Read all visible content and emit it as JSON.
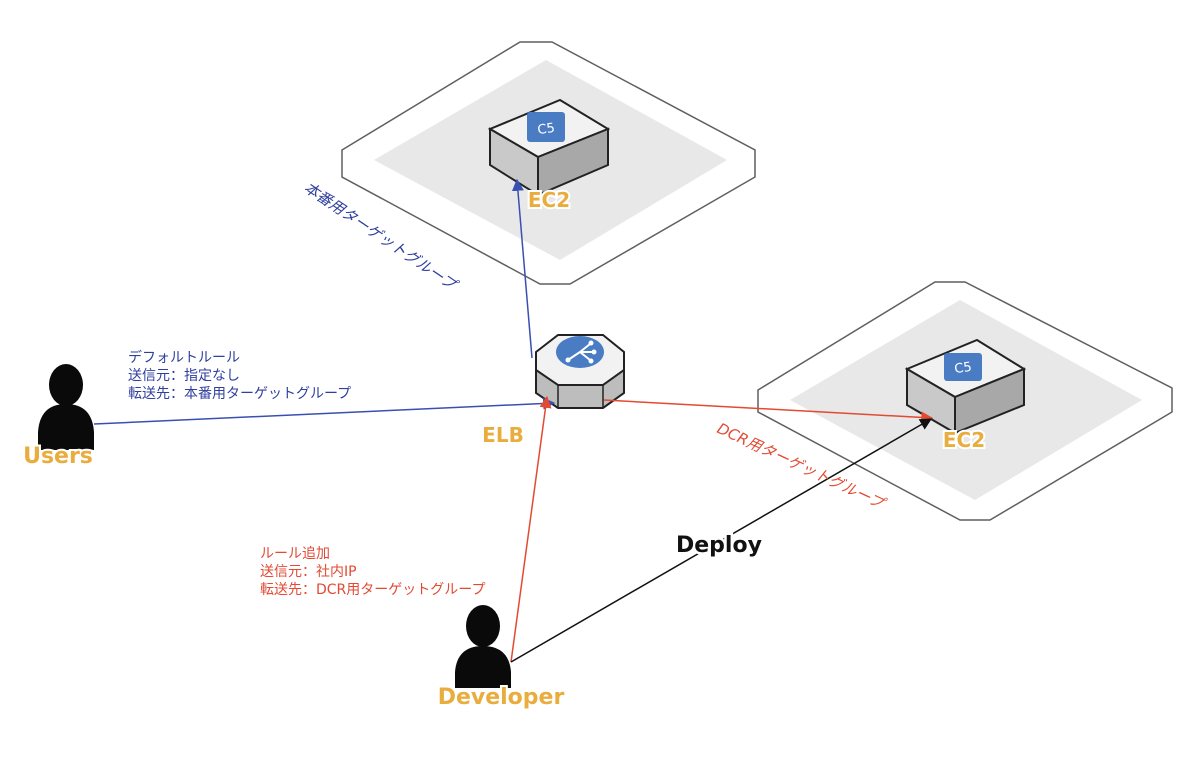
{
  "nodes": {
    "users": "Users",
    "elb": "ELB",
    "ec2_production": "EC2",
    "ec2_dcr": "EC2",
    "developer": "Developer",
    "instance_chip_top": "C5",
    "instance_chip_right": "C5"
  },
  "rules": {
    "default": [
      "デフォルトルール",
      "送信元：指定なし",
      "転送先：本番用ターゲットグループ"
    ],
    "added": [
      "ルール追加",
      "送信元：社内IP",
      "転送先：DCR用ターゲットグループ"
    ]
  },
  "edges": {
    "production_target_group": "本番用ターゲットグループ",
    "dcr_target_group": "DCR用ターゲットグループ",
    "deploy": "Deploy"
  },
  "colors": {
    "production_route": "#3a4fb2",
    "dcr_route": "#e24a33",
    "deploy_route": "#111111",
    "label_accent": "#e9ad3e",
    "chip_blue": "#4a7cc4"
  }
}
